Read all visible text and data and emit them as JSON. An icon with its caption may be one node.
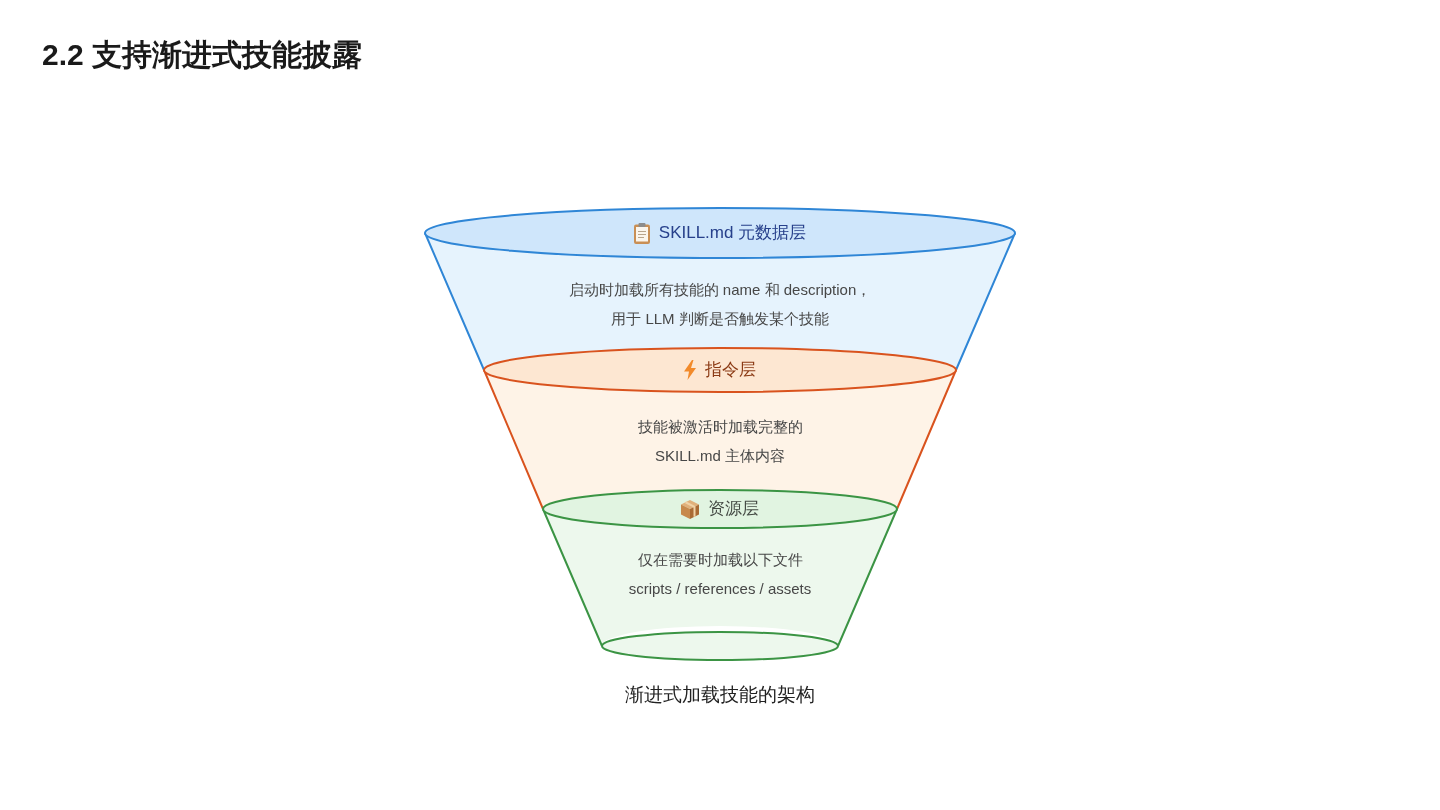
{
  "diagram": {
    "title": "2.2 支持渐进式技能披露",
    "caption": "渐进式加载技能的架构",
    "nodes": [
      {
        "text": [
          "SKILL.md 元数据层",
          "启动时加载所有技能的 name 和 description，用于 LLM 判断是否触发某个技能"
        ]
      },
      {
        "text": [
          "指令层",
          "技能被激活时加载完整的 SKILL.md 主体内容"
        ]
      },
      {
        "text": [
          "资源层",
          "仅在需要时加载以下文件 scripts / references / assets"
        ]
      },
      {
        "text": [],
        "shape": "ellipse"
      }
    ]
  }
}
